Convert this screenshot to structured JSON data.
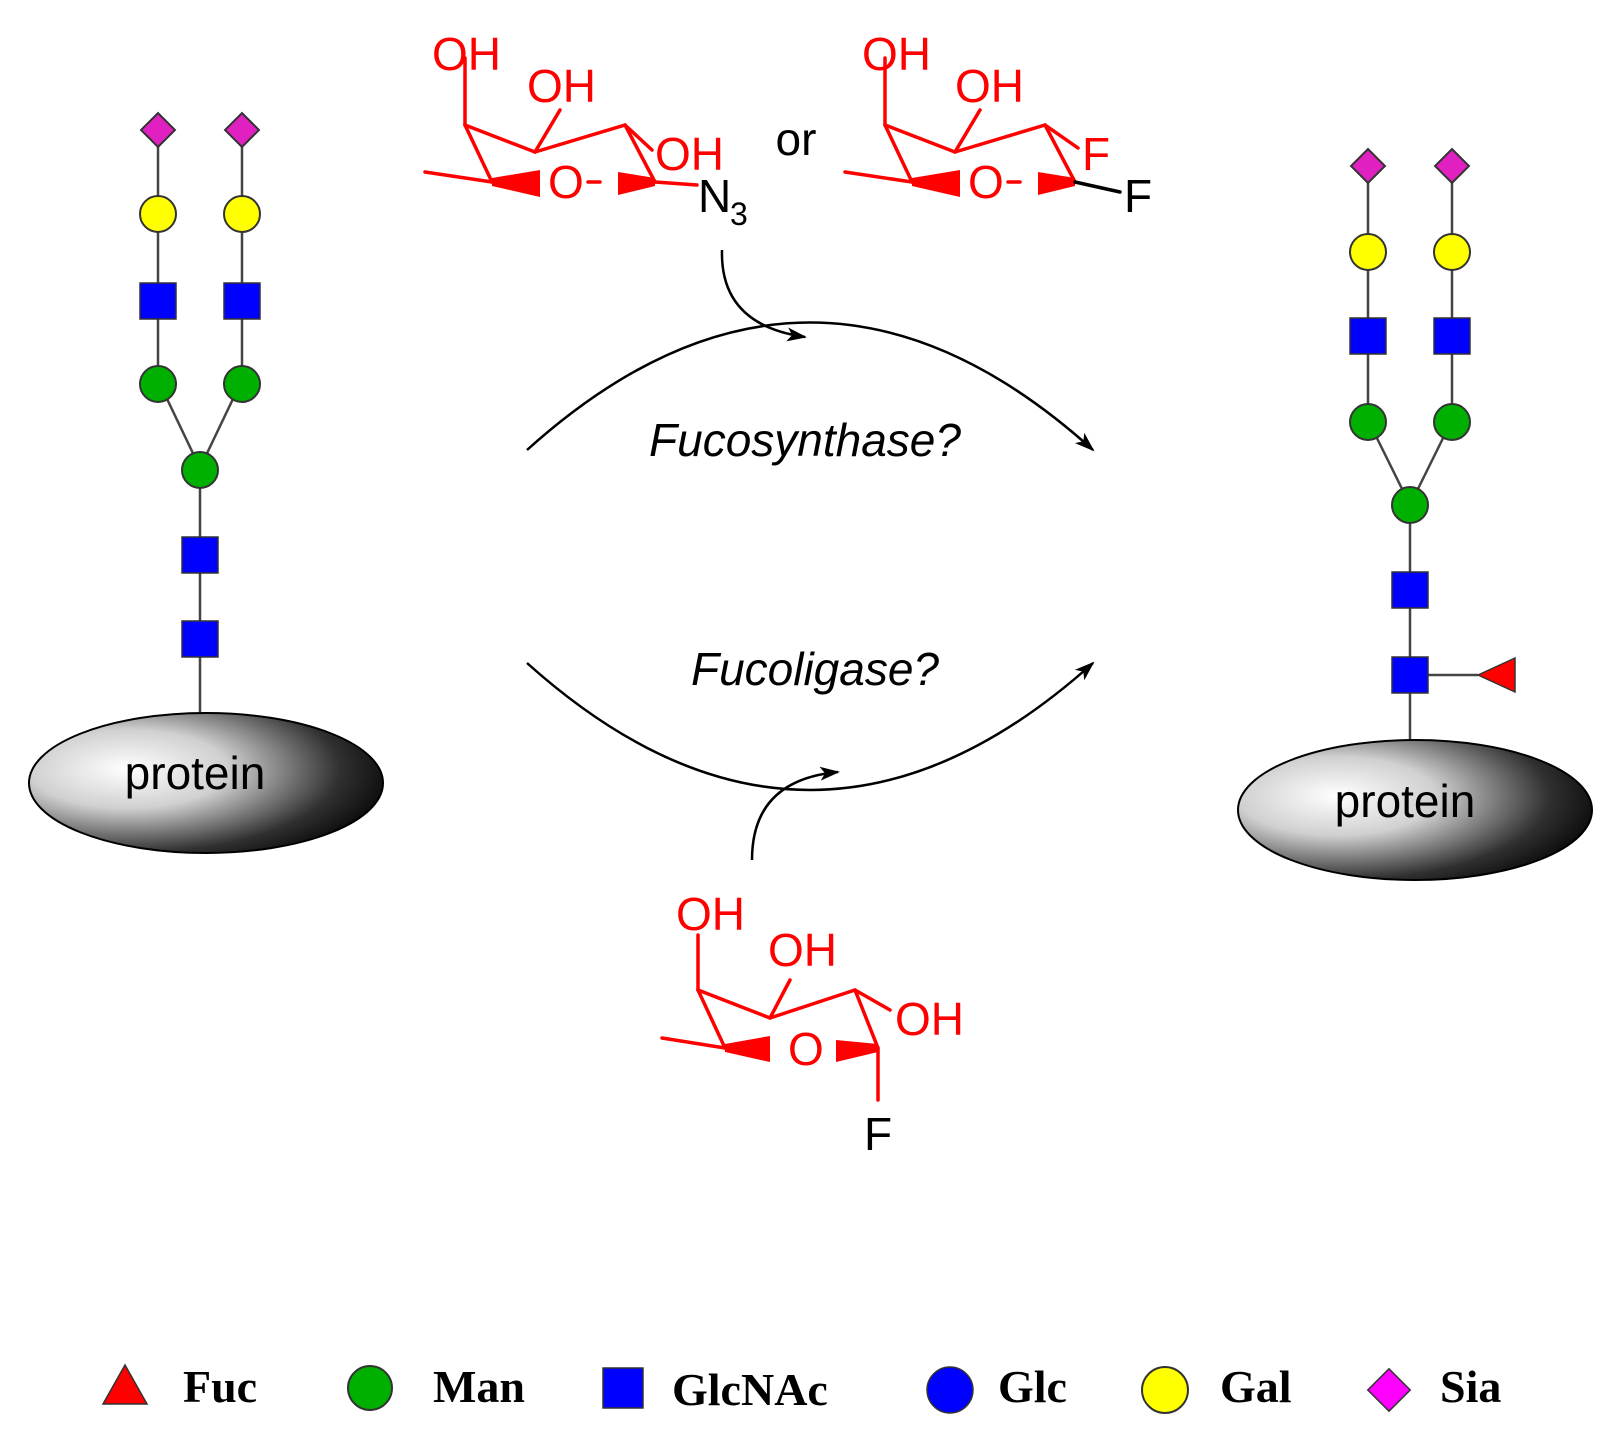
{
  "protein_label": "protein",
  "reaction_top": "Fucosynthase?",
  "reaction_bottom": "Fucoligase?",
  "or_text": "or",
  "substituents": {
    "oh": "OH",
    "n3_n": "N",
    "n3_sub": "3",
    "f": "F",
    "o": "O"
  },
  "legend": [
    {
      "label": "Fuc",
      "shape": "triangle",
      "color": "#ff0000"
    },
    {
      "label": "Man",
      "shape": "circle",
      "color": "#00b000"
    },
    {
      "label": "GlcNAc",
      "shape": "square",
      "color": "#0000ff"
    },
    {
      "label": "Glc",
      "shape": "circle",
      "color": "#0000ff"
    },
    {
      "label": "Gal",
      "shape": "circle",
      "color": "#ffff00"
    },
    {
      "label": "Sia",
      "shape": "diamond",
      "color": "#ff00ff"
    }
  ],
  "colors": {
    "man": "#00b000",
    "glcnac": "#0000ff",
    "gal": "#ffff00",
    "sia": "#e020c0",
    "fuc": "#ff0000",
    "sugar_structure": "#ff0000"
  }
}
